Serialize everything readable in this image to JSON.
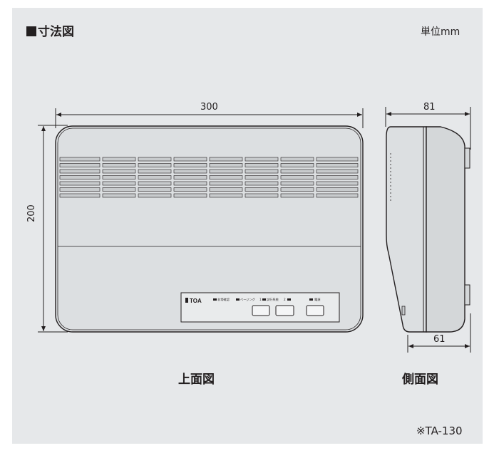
{
  "header": {
    "title": "寸法図",
    "unit": "単位mm"
  },
  "dimensions": {
    "width": "300",
    "height": "200",
    "depth_top": "81",
    "depth_bottom": "61"
  },
  "captions": {
    "top_view": "上面図",
    "side_view": "側面図"
  },
  "panel": {
    "brand": "TOA",
    "indicators": [
      "非常確認",
      "ページング",
      "1",
      "試行系統",
      "2",
      "電源"
    ]
  },
  "footnote": "※TA-130",
  "colors": {
    "background": "#e6e8ea",
    "line": "#231f20",
    "device": "#dcdfe1",
    "vent": "#c8cbcd"
  }
}
